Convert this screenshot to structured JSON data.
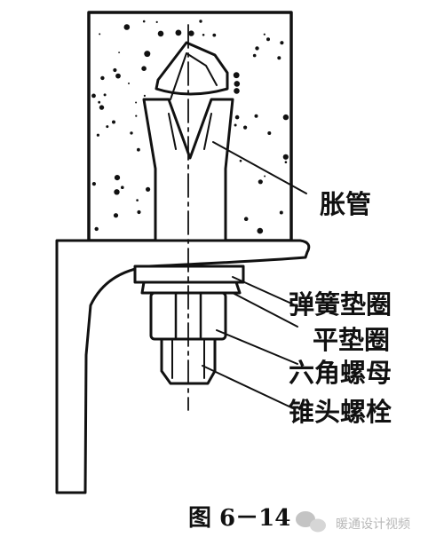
{
  "labels": {
    "expansion_tube": "胀管",
    "spring_washer": "弹簧垫圈",
    "flat_washer": "平垫圈",
    "hex_nut": "六角螺母",
    "cone_bolt": "锥头螺栓"
  },
  "caption": "图 6－14",
  "watermark": "暖通设计视频",
  "watermark_icon": "wechat-icon"
}
